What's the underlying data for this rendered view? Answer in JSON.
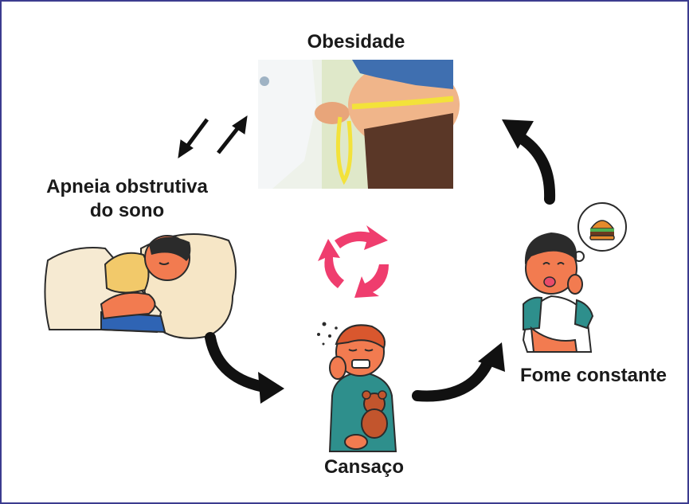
{
  "labels": {
    "obesidade": "Obesidade",
    "apneia_line1": "Apneia obstrutiva",
    "apneia_line2": "do sono",
    "cansaco": "Cansaço",
    "fome": "Fome constante"
  },
  "colors": {
    "border": "#3b3b8f",
    "arrow": "#111111",
    "cycle": "#ef3d6e",
    "skin": "#f27b50",
    "hair": "#2b2b2b",
    "shirt_teal": "#2e8f8c",
    "measuring_tape": "#f3e23a",
    "belly_shirt": "#3f6fb0",
    "trousers": "#5a3727",
    "pillow": "#f6e6c6",
    "blanket": "#2f64b4"
  },
  "icons": {
    "cycle": "recycle-arrows-icon",
    "burger": "burger-icon",
    "double_arrow": "bidirectional-arrows-icon"
  }
}
